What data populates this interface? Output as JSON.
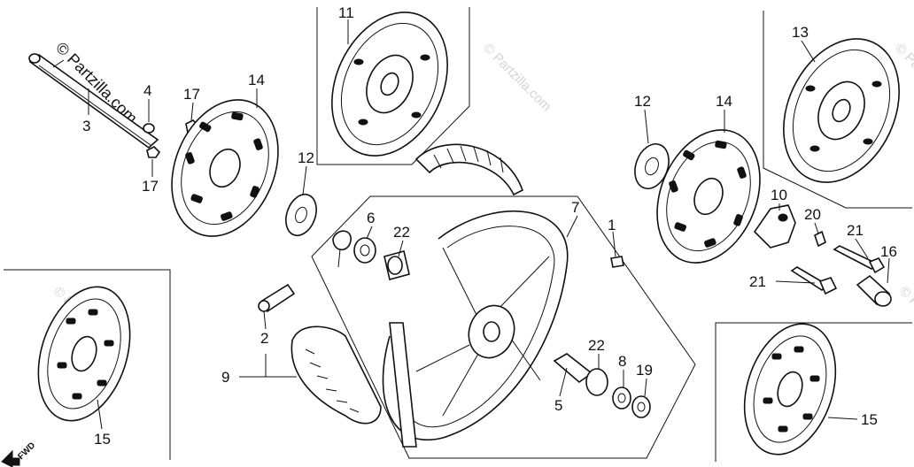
{
  "watermark": "© Partzilla.com",
  "fwd_label": "FWD",
  "callouts": {
    "c1": "1",
    "c2": "2",
    "c3": "3",
    "c4": "4",
    "c5": "5",
    "c6": "6",
    "c7": "7",
    "c8": "8",
    "c9": "9",
    "c10": "10",
    "c11": "11",
    "c12a": "12",
    "c12b": "12",
    "c13": "13",
    "c14a": "14",
    "c14b": "14",
    "c15a": "15",
    "c15b": "15",
    "c16": "16",
    "c17a": "17",
    "c17b": "17",
    "c19": "19",
    "c20": "20",
    "c21a": "21",
    "c21b": "21",
    "c22a": "22",
    "c22b": "22"
  }
}
